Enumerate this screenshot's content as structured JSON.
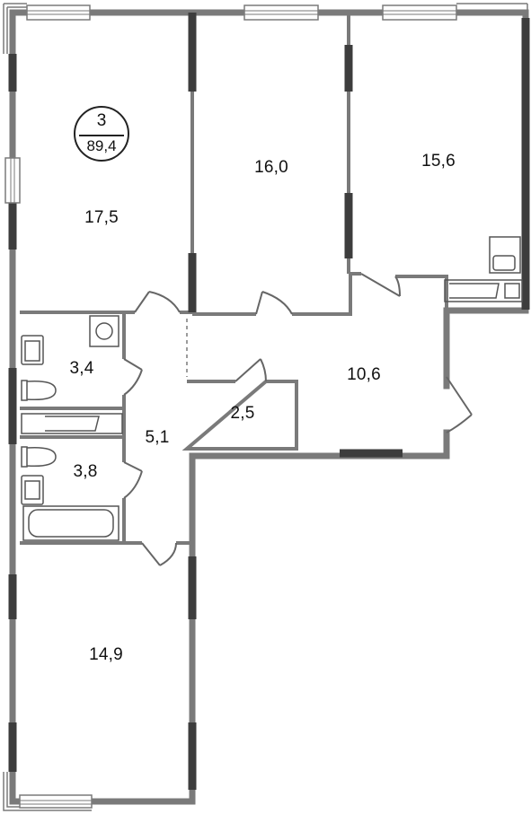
{
  "plan": {
    "apartment_badge": {
      "rooms": "3",
      "total_area": "89,4"
    },
    "rooms": [
      {
        "id": "bedroom-top-left",
        "area": "17,5"
      },
      {
        "id": "bedroom-top-middle",
        "area": "16,0"
      },
      {
        "id": "bedroom-top-right",
        "area": "15,6"
      },
      {
        "id": "bathroom-upper",
        "area": "3,4"
      },
      {
        "id": "bathroom-lower",
        "area": "3,8"
      },
      {
        "id": "corridor",
        "area": "5,1"
      },
      {
        "id": "storage",
        "area": "2,5"
      },
      {
        "id": "hall",
        "area": "10,6"
      },
      {
        "id": "bedroom-bottom",
        "area": "14,9"
      }
    ],
    "colors": {
      "wall": "#7a7a7a",
      "wall_dark": "#3d3d3d",
      "window": "#c8c8c8",
      "fixture": "#555555"
    }
  }
}
